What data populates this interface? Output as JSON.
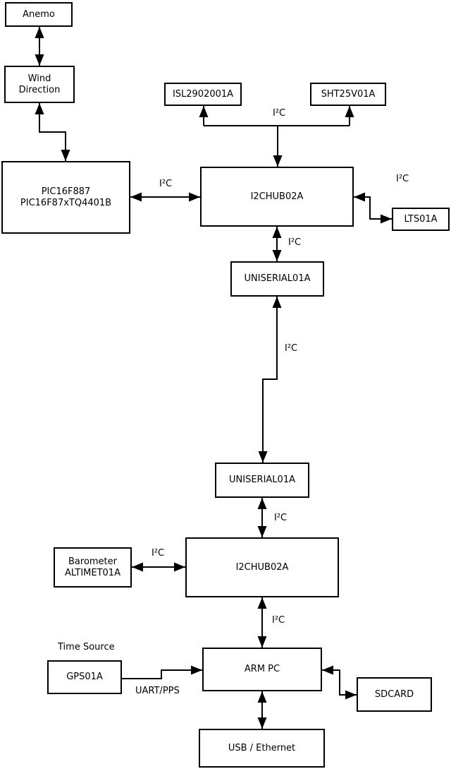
{
  "diagram": {
    "background_color": "#ffffff",
    "line_color": "#000000",
    "nodes": {
      "anemo": {
        "label": "Anemo"
      },
      "wind_direction": {
        "label": "Wind\nDirection"
      },
      "pic": {
        "label": "PIC16F887\nPIC16F87xTQ4401B"
      },
      "isl": {
        "label": "ISL2902001A"
      },
      "sht": {
        "label": "SHT25V01A"
      },
      "i2c_hub_upper": {
        "label": "I2CHUB02A"
      },
      "lts": {
        "label": "LTS01A"
      },
      "uniserial_upper": {
        "label": "UNISERIAL01A"
      },
      "uniserial_lower": {
        "label": "UNISERIAL01A"
      },
      "i2c_hub_lower": {
        "label": "I2CHUB02A"
      },
      "barometer": {
        "label": "Barometer\nALTIMET01A"
      },
      "arm_pc": {
        "label": "ARM PC"
      },
      "gps": {
        "label": "GPS01A"
      },
      "sdcard": {
        "label": "SDCARD"
      },
      "usb_ethernet": {
        "label": "USB / Ethernet"
      }
    },
    "edge_labels": {
      "i2c": "I²C",
      "uart_pps": "UART/PPS",
      "time_source": "Time Source"
    }
  }
}
